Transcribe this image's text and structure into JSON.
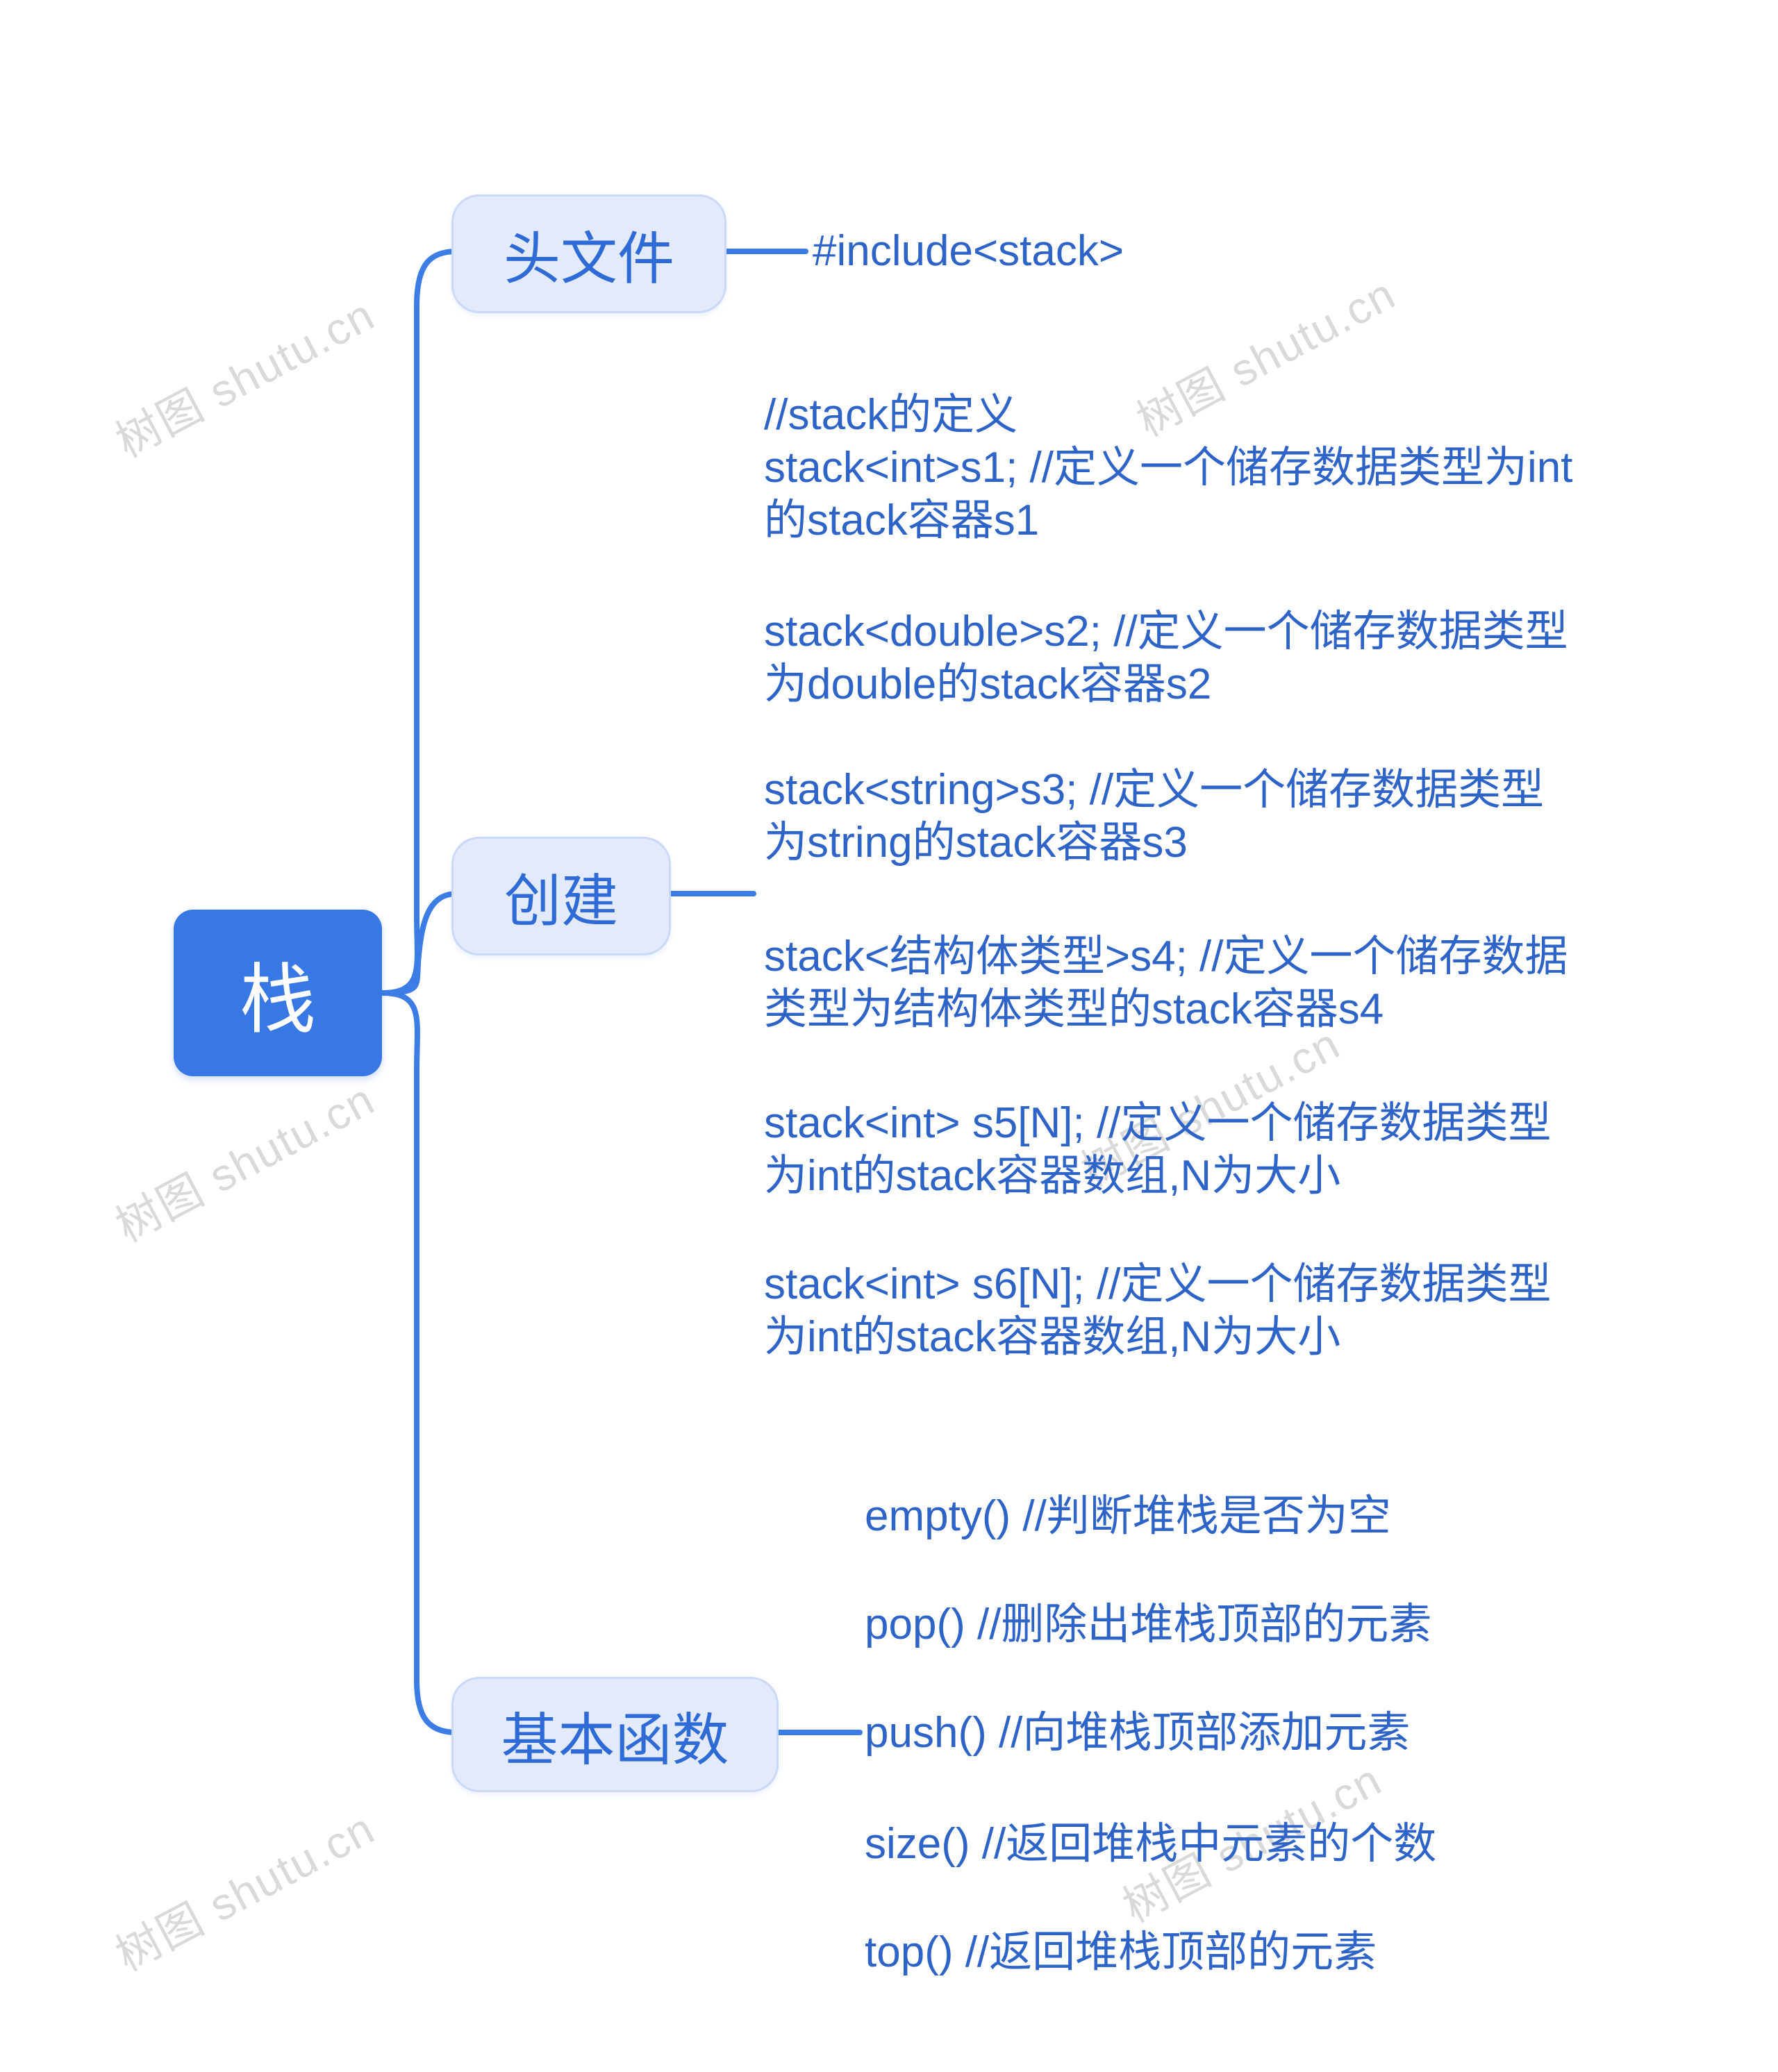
{
  "root": {
    "label": "栈"
  },
  "branches": [
    {
      "label": "头文件",
      "children": [
        {
          "lines": [
            "#include<stack>"
          ]
        }
      ]
    },
    {
      "label": "创建",
      "children": [
        {
          "lines": [
            "//stack的定义",
            "stack<int>s1; //定义一个储存数据类型为int",
            "的stack容器s1"
          ]
        },
        {
          "lines": [
            "stack<double>s2; //定义一个储存数据类型",
            "为double的stack容器s2"
          ]
        },
        {
          "lines": [
            "stack<string>s3; //定义一个储存数据类型",
            "为string的stack容器s3"
          ]
        },
        {
          "lines": [
            "stack<结构体类型>s4; //定义一个储存数据",
            "类型为结构体类型的stack容器s4"
          ]
        },
        {
          "lines": [
            "stack<int> s5[N]; //定义一个储存数据类型",
            "为int的stack容器数组,N为大小"
          ]
        },
        {
          "lines": [
            "stack<int> s6[N]; //定义一个储存数据类型",
            "为int的stack容器数组,N为大小"
          ]
        }
      ]
    },
    {
      "label": "基本函数",
      "children": [
        {
          "lines": [
            "empty() //判断堆栈是否为空"
          ]
        },
        {
          "lines": [
            "pop() //删除出堆栈顶部的元素"
          ]
        },
        {
          "lines": [
            "push() //向堆栈顶部添加元素"
          ]
        },
        {
          "lines": [
            "size() //返回堆栈中元素的个数"
          ]
        },
        {
          "lines": [
            "top() //返回堆栈顶部的元素"
          ]
        }
      ]
    }
  ],
  "watermark": {
    "text": "树图 shutu.cn"
  },
  "colors": {
    "accent": "#3878E4",
    "branch_bg": "#E2EAFB",
    "branch_text": "#2F6BD6",
    "leaf_text": "#2E63C8",
    "connector": "#3B7CE5",
    "watermark": "#D9D9D9"
  }
}
